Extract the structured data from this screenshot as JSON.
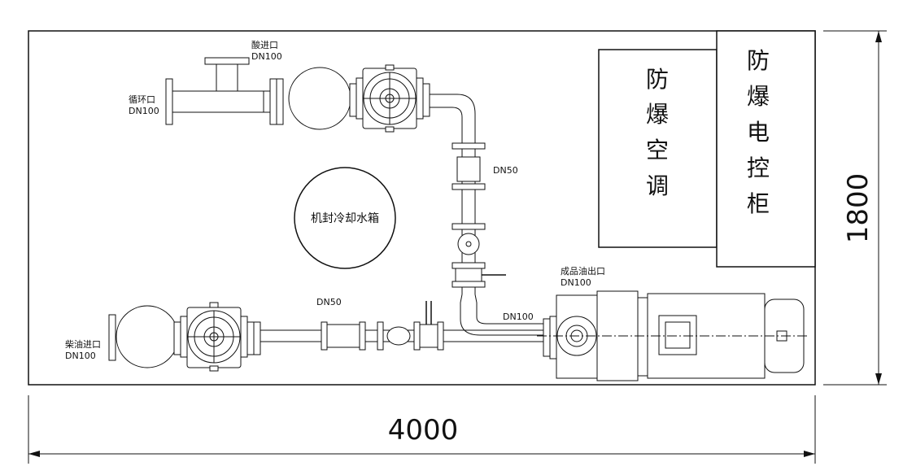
{
  "labels": {
    "acid_inlet": "酸进口",
    "acid_inlet_size": "DN100",
    "circulation_port": "循环口",
    "circulation_port_size": "DN100",
    "pipe_dn50_vertical": "DN50",
    "pipe_dn50_horizontal": "DN50",
    "pipe_dn100": "DN100",
    "water_tank": "机封冷却水箱",
    "diesel_inlet": "柴油进口",
    "diesel_inlet_size": "DN100",
    "product_outlet": "成品油出口",
    "product_outlet_size": "DN100"
  },
  "cabinets": {
    "ac_chars": [
      "防",
      "爆",
      "空",
      "调"
    ],
    "control_chars": [
      "防",
      "爆",
      "电",
      "控",
      "柜"
    ]
  },
  "dimensions": {
    "length": "4000",
    "width": "1800"
  }
}
